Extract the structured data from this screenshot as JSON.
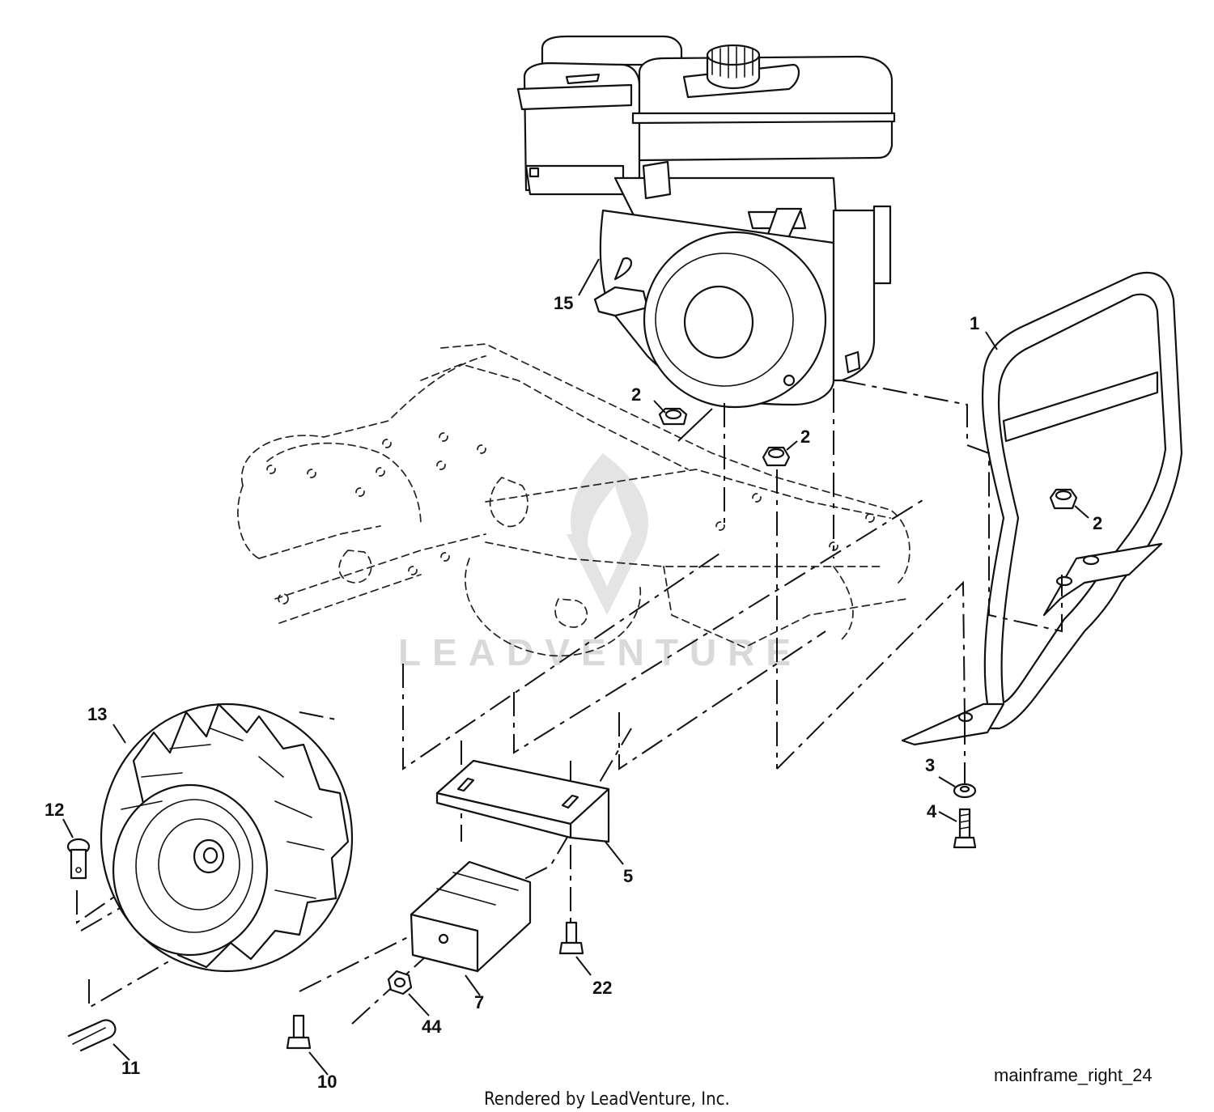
{
  "diagram": {
    "label": "mainframe_right_24",
    "footer": "Rendered by LeadVenture, Inc.",
    "watermark": "LEADVENTURE",
    "callouts": {
      "engine": "15",
      "handle_frame": "1",
      "nut_left": "2",
      "nut_center": "2",
      "nut_right": "2",
      "washer": "3",
      "bolt_frame": "4",
      "bracket": "5",
      "bumper_block": "7",
      "bolt_bumper": "10",
      "hairpin_clip": "11",
      "clevis_pin": "12",
      "wheel": "13",
      "bolt_bracket": "22",
      "nut_bumper": "44"
    }
  }
}
